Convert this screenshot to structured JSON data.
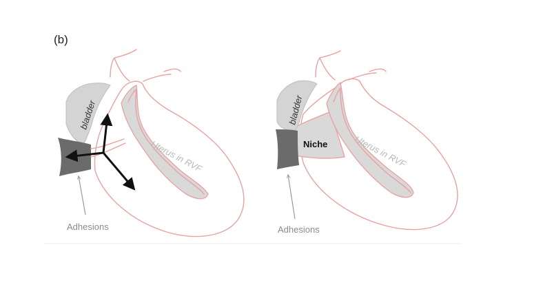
{
  "figure": {
    "panel_label": "(b)",
    "left": {
      "bladder_label": "bladder",
      "uterus_label": "Uterus in RVF",
      "adhesions_label": "Adhesions"
    },
    "right": {
      "bladder_label": "bladder",
      "uterus_label": "Uterus in RVF",
      "adhesions_label": "Adhesions",
      "niche_label": "Niche"
    }
  },
  "colors": {
    "outline": "#e8a0a0",
    "bladder_fill": "#d4d4d4",
    "bladder_stroke": "#bdbdbd",
    "adhesion_fill": "#6b6b6b",
    "cavity_fill": "#d9d9d9",
    "arrow": "#111111",
    "leader": "#9a9a9a",
    "divider": "#ececec"
  }
}
